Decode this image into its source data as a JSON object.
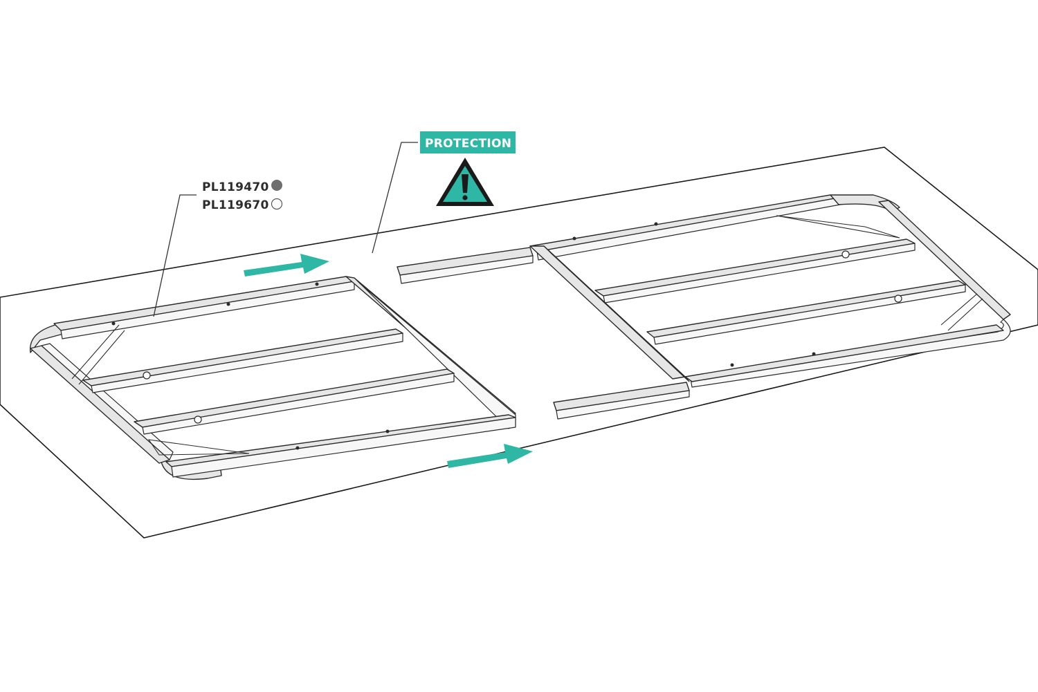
{
  "callouts": {
    "part_a": {
      "code": "PL119470",
      "marker": "filled-circle",
      "marker_color": "#6f6f6f"
    },
    "part_b": {
      "code": "PL119670",
      "marker": "empty-circle",
      "marker_color": "#ffffff"
    },
    "protection": {
      "label": "PROTECTION",
      "color": "#2fb7a5",
      "icon": "warning-triangle-icon"
    }
  },
  "arrows": {
    "color": "#2fb7a5",
    "icon": "arrow-right-icon"
  }
}
